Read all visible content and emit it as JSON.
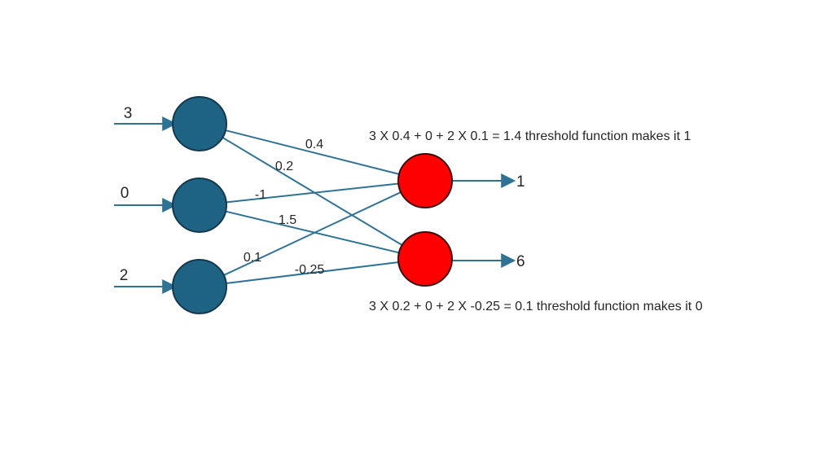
{
  "network": {
    "inputs": [
      {
        "id": "input-1",
        "value": "3"
      },
      {
        "id": "input-2",
        "value": "0"
      },
      {
        "id": "input-3",
        "value": "2"
      }
    ],
    "weights": [
      {
        "from": "input-1",
        "to": "output-1",
        "value": "0.4"
      },
      {
        "from": "input-1",
        "to": "output-2",
        "value": "0.2"
      },
      {
        "from": "input-2",
        "to": "output-1",
        "value": "-1"
      },
      {
        "from": "input-2",
        "to": "output-2",
        "value": "1.5"
      },
      {
        "from": "input-3",
        "to": "output-1",
        "value": "0.1"
      },
      {
        "from": "input-3",
        "to": "output-2",
        "value": "-0.25"
      }
    ],
    "outputs": [
      {
        "id": "output-1",
        "value": "1"
      },
      {
        "id": "output-2",
        "value": "6"
      }
    ],
    "annotations": {
      "top": "3 X 0.4 + 0 + 2 X 0.1 = 1.4 threshold function makes it 1",
      "bottom": "3 X 0.2 + 0 + 2 X -0.25 = 0.1 threshold function makes it 0"
    },
    "colors": {
      "background": "#FFFFFF",
      "input_node_fill": "#1F6384",
      "input_node_stroke": "#14384C",
      "output_node_fill": "#FF0000",
      "output_node_stroke": "#3B0B0B",
      "connector": "#2E7396",
      "text": "#262626"
    }
  }
}
